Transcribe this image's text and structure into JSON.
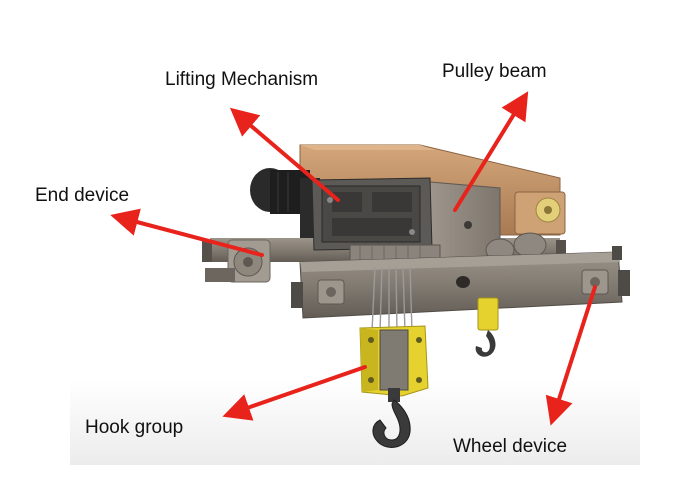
{
  "labels": {
    "lifting_mechanism": "Lifting Mechanism",
    "pulley_beam": "Pulley beam",
    "end_device": "End device",
    "hook_group": "Hook group",
    "wheel_device": "Wheel device"
  },
  "colors": {
    "arrow": "#e8231c",
    "beam": "#7f786f",
    "hook_plate": "#e6d22e",
    "hook": "#3a3a3a",
    "copper_top": "#c29266",
    "motor": "#1e1e1e"
  }
}
